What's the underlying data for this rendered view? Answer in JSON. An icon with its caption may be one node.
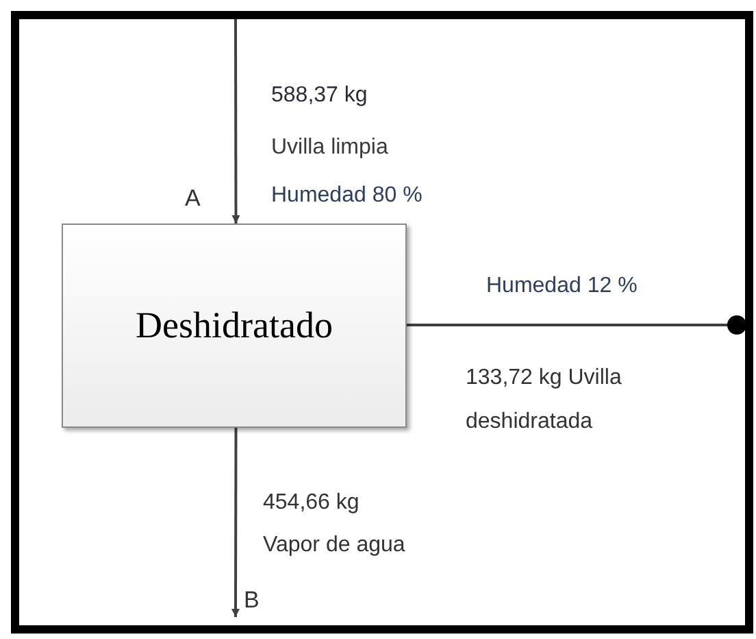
{
  "diagram": {
    "nodes": [
      {
        "text": [
          "Deshidratado"
        ],
        "beside": [
          "A"
        ]
      },
      {
        "text": [
          "B"
        ]
      }
    ],
    "edges": [
      {
        "from": null,
        "to": 0,
        "arrow": "to"
      },
      {
        "from": 0,
        "to": null,
        "arrow": "other"
      },
      {
        "from": 0,
        "to": 1,
        "arrow": "to"
      }
    ],
    "labels": [
      "588,37 kg",
      "Uvilla limpia",
      "Humedad 80 %",
      "Humedad 12 %",
      "133,72 kg Uvilla deshidratada",
      "454,66 kg",
      "Vapor de agua"
    ]
  }
}
